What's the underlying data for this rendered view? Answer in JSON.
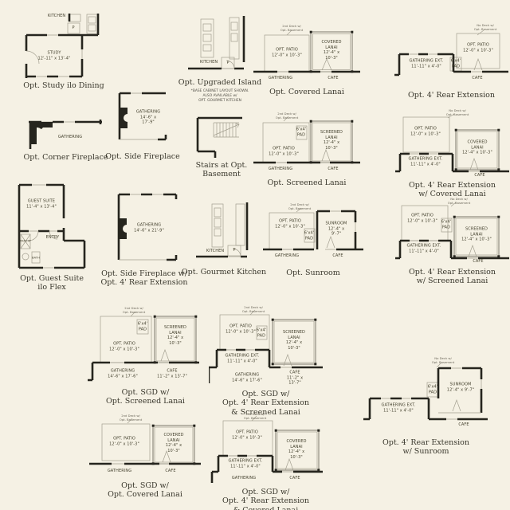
{
  "colors": {
    "background": "#f5f1e4",
    "wall": "#26251e",
    "thin_line": "#a39f90",
    "caption_text": "#3a382d",
    "label_text": "#45422f"
  },
  "plans": {
    "study": {
      "caption": "Opt. Study ilo Dining",
      "kitchen": "KITCHEN",
      "room": "STUDY\n12'-11\" x 13'-4\"",
      "pantry": "P"
    },
    "corner_fireplace": {
      "caption": "Opt. Corner Fireplace",
      "gathering": "GATHERING"
    },
    "side_fireplace": {
      "caption": "Opt. Side Fireplace",
      "gathering": "GATHERING\n14'-6\" x 17'-9\""
    },
    "upgraded_island": {
      "caption": "Opt. Upgraded Island",
      "kitchen": "KITCHEN",
      "pantry": "P",
      "footnote": "*BASE CABINET LAYOUT SHOWN.\nALSO AVAILABLE w/\nOPT. GOURMET KITCHEN"
    },
    "guest_suite": {
      "caption": "Opt. Guest Suite\nilo Flex",
      "room": "GUEST SUITE\n11'-4\" x 13'-4\"",
      "entry": "ENTRY",
      "pantry": "PANTRY",
      "bath": "BATH"
    },
    "side_fireplace_ext": {
      "caption": "Opt. Side Fireplace w/\nOpt. 4' Rear Extension",
      "gathering": "GATHERING\n14'-6\" x 21'-9\""
    },
    "stairs_basement": {
      "caption": "Stairs at Opt.\nBasement"
    },
    "gourmet_kitchen": {
      "caption": "Opt. Gourmet Kitchen",
      "kitchen": "KITCHEN",
      "pantry": "P"
    },
    "covered_lanai": {
      "caption": "Opt. Covered Lanai",
      "note": "2nd Deck w/\nOpt. Basement",
      "patio": "OPT. PATIO\n12'-0\" x 10'-3\"",
      "lanai": "COVERED\nLANAI\n12'-4\" x 10'-3\"",
      "gathering": "GATHERING",
      "cafe": "CAFE"
    },
    "rear_extension": {
      "caption": "Opt. 4' Rear Extension",
      "note": "No Deck w/\nOpt. Basement",
      "patio": "OPT. PATIO\n12'-0\" x 10'-3\"",
      "gathering_ext": "GATHERING EXT.\n11'-11\" x 4'-0\"",
      "pad": "6'x4'\nPAD",
      "cafe": "CAFE"
    },
    "screened_lanai": {
      "caption": "Opt. Screened Lanai",
      "note": "2nd Deck w/\nOpt. Basement",
      "patio": "OPT. PATIO\n12'-0\" x 10'-3\"",
      "pad": "6'x4'\nPAD",
      "lanai": "SCREENED\nLANAI\n12'-4\" x 10'-3\"",
      "gathering": "GATHERING",
      "cafe": "CAFE"
    },
    "rear_ext_covered": {
      "caption": "Opt. 4' Rear Extension\nw/ Covered Lanai",
      "note": "No Deck w/\nOpt. Basement",
      "patio": "OPT. PATIO\n12'-0\" x 10'-3\"",
      "lanai": "COVERED\nLANAI\n12'-4\" x 10'-3\"",
      "gathering_ext": "GATHERING EXT.\n11'-11\" x 4'-0\"",
      "cafe": "CAFE"
    },
    "sunroom": {
      "caption": "Opt. Sunroom",
      "note": "2nd Deck w/\nOpt. Basement",
      "patio": "OPT. PATIO\n12'-0\" x 10'-3\"",
      "pad": "6'x4'\nPAD",
      "room": "SUNROOM\n12'-4\" x 9'-7\"",
      "gathering": "GATHERING",
      "cafe": "CAFE"
    },
    "rear_ext_screened": {
      "caption": "Opt. 4' Rear Extension\nw/ Screened Lanai",
      "note": "No Deck w/\nOpt. Basement",
      "patio": "OPT. PATIO\n12'-0\" x 10'-3\"",
      "pad": "6'x4'\nPAD",
      "lanai": "SCREENED\nLANAI\n12'-4\" x 10'-3\"",
      "gathering_ext": "GATHERING EXT.\n11'-11\" x 4'-0\"",
      "cafe": "CAFE"
    },
    "sgd_screened": {
      "caption": "Opt. SGD w/\nOpt. Screened Lanai",
      "note": "2nd Deck w/\nOpt. Basement",
      "patio": "OPT. PATIO\n12'-0\" x 10'-3\"",
      "pad": "6'x4'\nPAD",
      "lanai": "SCREENED\nLANAI\n12'-4\" x 10'-3\"",
      "gathering": "GATHERING\n14'-6\" x 17'-6\"",
      "cafe": "CAFE\n11'-2\" x 13'-7\""
    },
    "sgd_rear_screened": {
      "caption": "Opt. SGD w/\nOpt. 4' Rear Extension\n& Screened Lanai",
      "note": "2nd Deck w/\nOpt. Basement",
      "patio": "OPT. PATIO\n12'-0\" x 10'-3\"",
      "pad": "6'x4'\nPAD",
      "lanai": "SCREENED\nLANAI\n12'-4\" x 10'-3\"",
      "gathering_ext": "GATHERING EXT.\n11'-11\" x 4'-0\"",
      "gathering": "GATHERING\n14'-6\" x 17'-6\"",
      "cafe": "CAFE\n11'-2\" x 13'-7\""
    },
    "rear_ext_sunroom": {
      "caption": "Opt. 4' Rear Extension\nw/ Sunroom",
      "note": "No Deck w/\nOpt. Basement",
      "pad": "6'x4'\nPAD",
      "room": "SUNROOM\n12'-4\" x 9'-7\"",
      "gathering_ext": "GATHERING EXT.\n11'-11\" x 4'-0\"",
      "cafe": "CAFE"
    },
    "sgd_covered": {
      "caption": "Opt. SGD w/\nOpt. Covered Lanai",
      "note": "2nd Deck w/\nOpt. Basement",
      "patio": "OPT. PATIO\n12'-0\" x 10'-3\"",
      "lanai": "COVERED\nLANAI\n12'-4\" x 10'-3\"",
      "gathering": "GATHERING",
      "cafe": "CAFE"
    },
    "sgd_rear_covered": {
      "caption": "Opt. SGD w/\nOpt. 4' Rear Extension\n& Covered Lanai",
      "note": "2nd Deck w/\nOpt. Basement",
      "patio": "OPT. PATIO\n12'-0\" x 10'-3\"",
      "lanai": "COVERED\nLANAI\n12'-4\" x 10'-3\"",
      "gathering_ext": "GATHERING EXT.\n11'-11\" x 4'-0\"",
      "gathering": "GATHERING",
      "cafe": "CAFE"
    }
  }
}
